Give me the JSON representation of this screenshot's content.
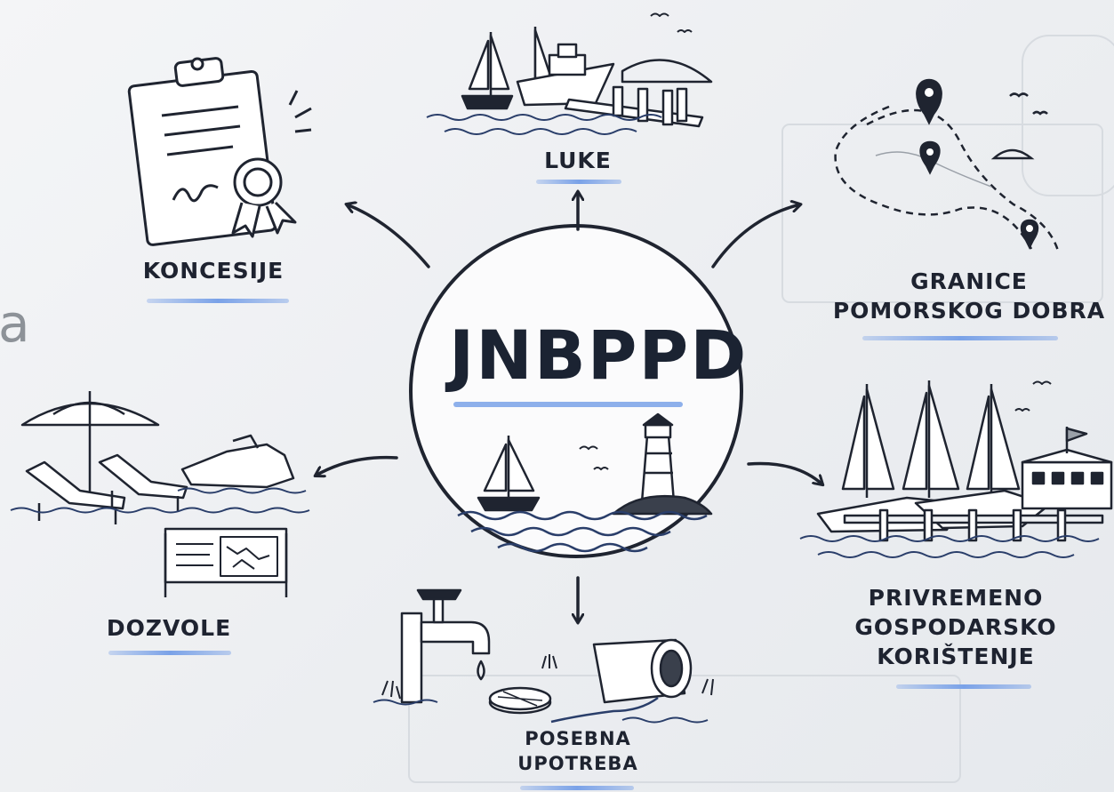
{
  "center": {
    "title": "JNBPPD"
  },
  "side_fragment": "a",
  "nodes": [
    {
      "id": "koncesije",
      "lines": [
        "KONCESIJE"
      ],
      "icon": "document-seal-icon"
    },
    {
      "id": "luke",
      "lines": [
        "LUKE"
      ],
      "icon": "harbor-icon"
    },
    {
      "id": "granice",
      "lines": [
        "GRANICE",
        "POMORSKOG DOBRA"
      ],
      "icon": "coastline-map-icon"
    },
    {
      "id": "privremeno",
      "lines": [
        "PRIVREMENO",
        "GOSPODARSKO",
        "KORIŠTENJE"
      ],
      "icon": "marina-icon"
    },
    {
      "id": "posebna",
      "lines": [
        "POSEBNA",
        "UPOTREBA"
      ],
      "icon": "water-pipe-icon"
    },
    {
      "id": "dozvole",
      "lines": [
        "DOZVOLE"
      ],
      "icon": "beach-permit-icon"
    }
  ],
  "colors": {
    "ink": "#1f2430",
    "accent": "#7aa2e8",
    "background": "#eceef1"
  }
}
